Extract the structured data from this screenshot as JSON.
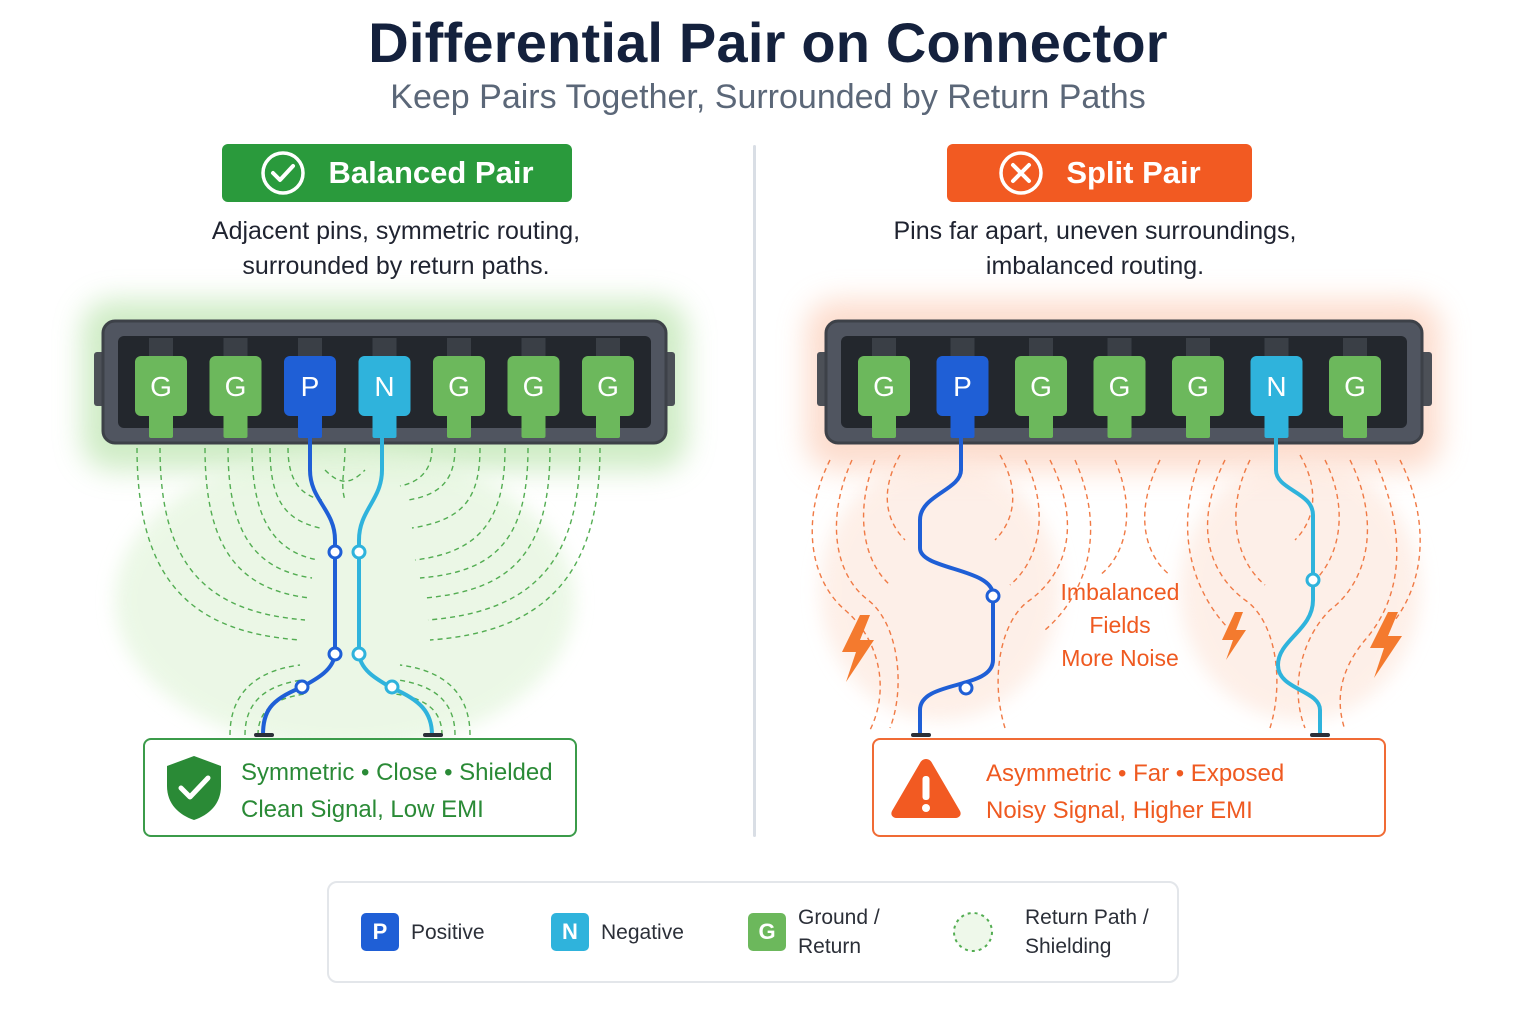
{
  "title": "Differential Pair on Connector",
  "subtitle": "Keep Pairs Together, Surrounded by Return Paths",
  "colors": {
    "positive": "#1f5fd6",
    "negative": "#2fb3dc",
    "ground": "#6cb85c",
    "good": "#2a9a3c",
    "bad": "#f25a22"
  },
  "balanced": {
    "badge": "Balanced Pair",
    "badge_icon": "check-circle-icon",
    "description": [
      "Adjacent pins, symmetric routing,",
      "surrounded by return paths."
    ],
    "pins": [
      "G",
      "G",
      "P",
      "N",
      "G",
      "G",
      "G"
    ],
    "callout_icon": "shield-check-icon",
    "callout": [
      "Symmetric • Close • Shielded",
      "Clean Signal, Low EMI"
    ]
  },
  "split": {
    "badge": "Split Pair",
    "badge_icon": "x-circle-icon",
    "description": [
      "Pins far apart, uneven surroundings,",
      "imbalanced routing."
    ],
    "pins": [
      "G",
      "P",
      "G",
      "G",
      "G",
      "N",
      "G"
    ],
    "noise_label": [
      "Imbalanced",
      "Fields",
      "More Noise"
    ],
    "callout_icon": "warning-triangle-icon",
    "callout": [
      "Asymmetric • Far • Exposed",
      "Noisy Signal, Higher EMI"
    ]
  },
  "legend": [
    {
      "symbol": "P",
      "label": [
        "Positive"
      ],
      "icon": "positive-pin-icon"
    },
    {
      "symbol": "N",
      "label": [
        "Negative"
      ],
      "icon": "negative-pin-icon"
    },
    {
      "symbol": "G",
      "label": [
        "Ground /",
        "Return"
      ],
      "icon": "ground-pin-icon"
    },
    {
      "symbol": "",
      "label": [
        "Return Path /",
        "Shielding"
      ],
      "icon": "dashed-circle-icon"
    }
  ]
}
